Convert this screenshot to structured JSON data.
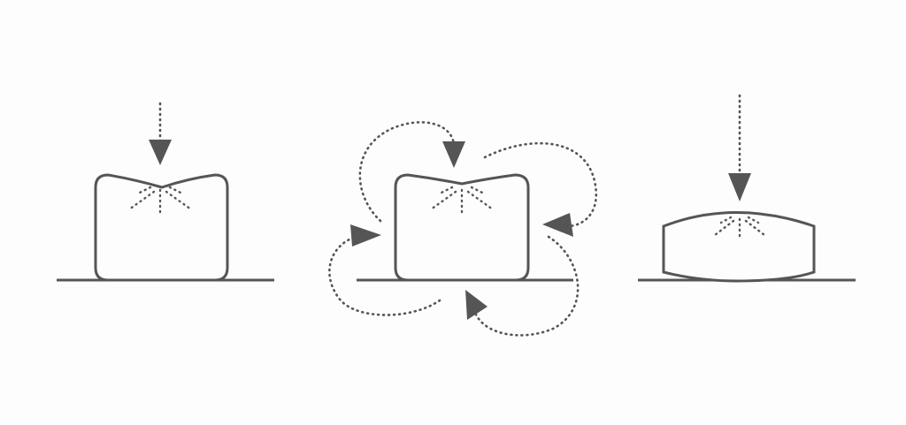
{
  "diagram": {
    "stroke_color": "#555555",
    "background_color": "#fdfdfd",
    "panels": [
      {
        "name": "compressed-block",
        "elements": [
          "ground-line",
          "block",
          "down-arrow",
          "stress-rays"
        ]
      },
      {
        "name": "circulating-block",
        "elements": [
          "ground-line",
          "block",
          "top-arrow",
          "left-arrow",
          "right-arrow",
          "bottom-arrow",
          "stress-rays"
        ]
      },
      {
        "name": "flattened-block",
        "elements": [
          "ground-line",
          "flattened-block",
          "down-arrow",
          "stress-rays"
        ]
      }
    ]
  }
}
